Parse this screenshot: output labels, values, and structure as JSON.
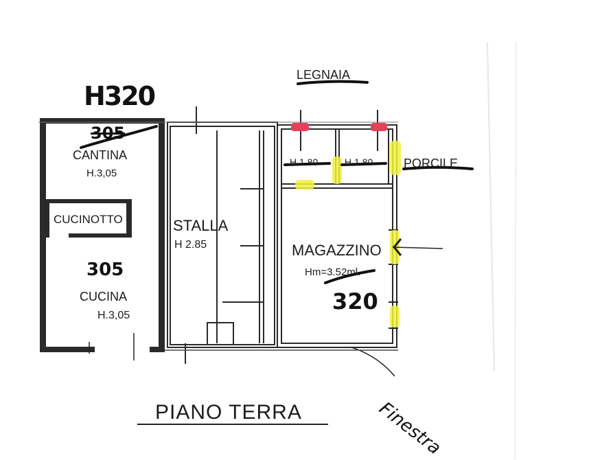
{
  "plan": {
    "title": "PIANO TERRA",
    "rooms": {
      "cantina": {
        "name": "CANTINA",
        "height": "H.3,05",
        "old_height": "305"
      },
      "cucinotto": {
        "name": "CUCINOTTO"
      },
      "cucina": {
        "name": "CUCINA",
        "height": "H.3,05"
      },
      "stalla": {
        "name": "STALLA",
        "height": "H 2.85"
      },
      "magazzino": {
        "name": "MAGAZZINO",
        "height": "Hm=3.52ml."
      },
      "legnaia": {
        "name": "LEGNAIA"
      },
      "porcile": {
        "name": "PORCILE"
      },
      "small_left": {
        "height": "H 1.80"
      },
      "small_right": {
        "height": "H 1.80"
      }
    },
    "annotations": {
      "cantina_new_height": "H320",
      "cucina_height_note": "305",
      "magazzino_new_height": "320",
      "window_note": "Finestra"
    },
    "colors": {
      "wall": "#2a2a2a",
      "highlight_red": "#e8405a",
      "highlight_yellow": "#f0f03c",
      "ink": "#111111"
    }
  }
}
